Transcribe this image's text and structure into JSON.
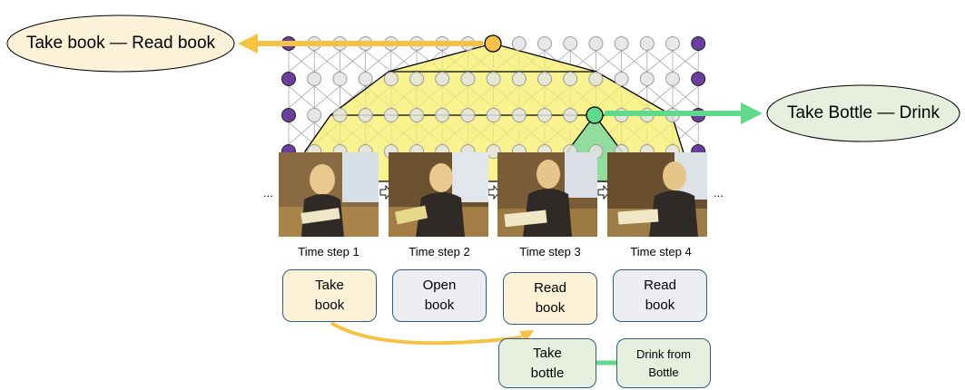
{
  "highlights": {
    "left_label": "Take book — Read book",
    "right_label": "Take Bottle — Drink",
    "yellow": "#f6c244",
    "yellow_fill": "#fcf2d7",
    "green": "#5fd98a",
    "green_fill": "#e6efdd",
    "purple": "#6b3fa0"
  },
  "frames": [
    {
      "label": "Time step 1"
    },
    {
      "label": "Time step 2"
    },
    {
      "label": "Time step 3"
    },
    {
      "label": "Time step 4"
    }
  ],
  "ellipsis": "...",
  "actions": {
    "take_book": "Take\nbook",
    "open_book": "Open\nbook",
    "read_book_1": "Read\nbook",
    "read_book_2": "Read\nbook",
    "take_bottle": "Take\nbottle",
    "drink_from_bottle": "Drink from\nBottle"
  }
}
